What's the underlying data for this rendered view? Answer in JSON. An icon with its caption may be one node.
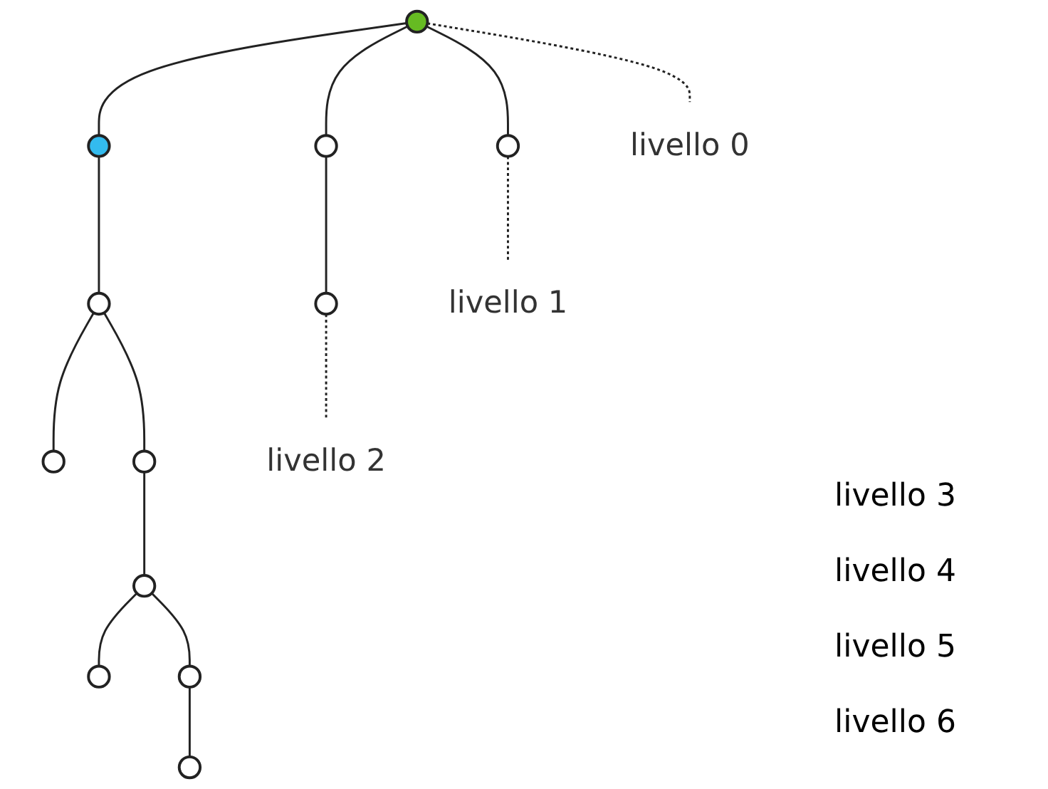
{
  "diagram": {
    "nodes": [
      {
        "text": [],
        "shape": "circle"
      },
      {
        "text": [],
        "shape": "circle"
      },
      {
        "text": [],
        "shape": "circle"
      },
      {
        "text": [],
        "shape": "circle"
      },
      {
        "text": [],
        "shape": "circle"
      },
      {
        "text": [],
        "shape": "circle"
      },
      {
        "text": [],
        "shape": "circle"
      },
      {
        "text": [],
        "shape": "circle"
      },
      {
        "text": [],
        "shape": "circle"
      },
      {
        "text": [],
        "shape": "circle"
      },
      {
        "text": [],
        "shape": "circle"
      },
      {
        "text": [],
        "shape": "circle"
      },
      {
        "text": [
          "livello 0"
        ]
      },
      {
        "text": [
          "livello 1"
        ]
      },
      {
        "text": [
          "livello 2"
        ]
      }
    ],
    "edges": [
      {
        "from": 0,
        "to": 1,
        "arrow": "none"
      },
      {
        "from": 0,
        "to": 2,
        "arrow": "none"
      },
      {
        "from": 0,
        "to": 3,
        "arrow": "none"
      },
      {
        "from": 1,
        "to": 4,
        "arrow": "none"
      },
      {
        "from": 2,
        "to": 5,
        "arrow": "none"
      },
      {
        "from": 4,
        "to": 6,
        "arrow": "none"
      },
      {
        "from": 4,
        "to": 7,
        "arrow": "none"
      },
      {
        "from": 7,
        "to": 8,
        "arrow": "none"
      },
      {
        "from": 8,
        "to": 9,
        "arrow": "none"
      },
      {
        "from": 8,
        "to": 10,
        "arrow": "none"
      },
      {
        "from": 10,
        "to": 11,
        "arrow": "none"
      },
      {
        "from": 0,
        "to": 12,
        "arrow": "none",
        "style": "dashed"
      },
      {
        "from": 3,
        "to": 13,
        "arrow": "none",
        "style": "dashed"
      },
      {
        "from": 5,
        "to": 14,
        "arrow": "none",
        "style": "dashed"
      }
    ],
    "labels": [
      "livello 3",
      "livello 4",
      "livello 5",
      "livello 6"
    ]
  }
}
